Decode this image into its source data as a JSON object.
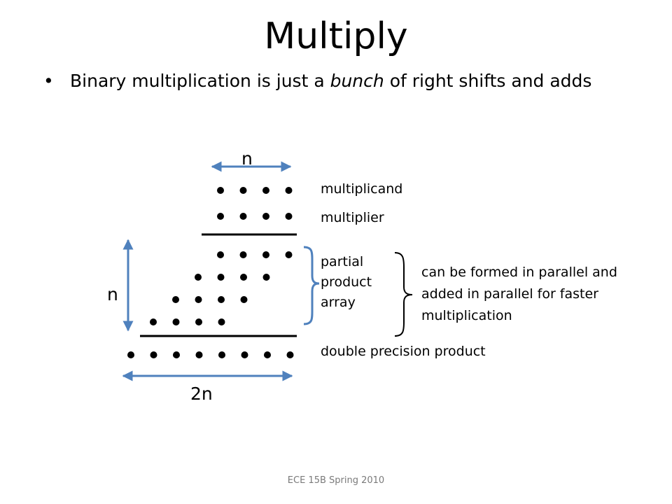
{
  "slide": {
    "title": "Multiply",
    "bullet": {
      "prefix": "Binary multiplication is just a ",
      "emphasis": "bunch",
      "suffix": " of right shifts and adds"
    },
    "footer": "ECE 15B Spring 2010"
  },
  "diagram": {
    "top_width_label": "n",
    "side_height_label": "n",
    "bottom_width_label": "2n",
    "multiplicand_label": "multiplicand",
    "multiplier_label": "multiplier",
    "partial_product_lines": [
      "partial",
      "product",
      "array"
    ],
    "parallel_note_lines": [
      "can be formed in parallel and",
      "added in parallel for faster",
      "multiplication"
    ],
    "product_label": "double precision product",
    "accent_color": "#4f81bd"
  }
}
